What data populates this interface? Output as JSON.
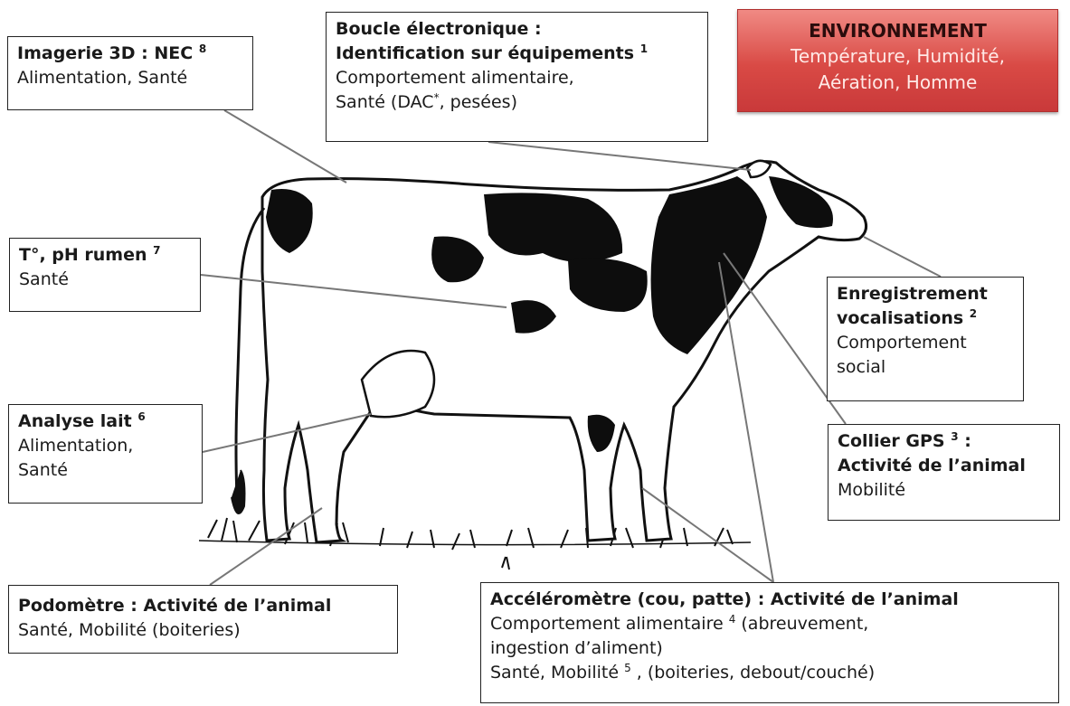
{
  "boxes": {
    "imagerie": {
      "title": "Imagerie 3D : NEC",
      "title_sup": "8",
      "body": "Alimentation, Santé"
    },
    "boucle": {
      "title_line1": "Boucle électronique :",
      "title_line2": "Identification sur équipements",
      "title_sup": "1",
      "body_line1": "Comportement alimentaire,",
      "body_line2_pre": "Santé (DAC",
      "body_line2_sup": "*",
      "body_line2_post": ", pesées)"
    },
    "environnement": {
      "title": "ENVIRONNEMENT",
      "body_line1": "Température, Humidité,",
      "body_line2": "Aération, Homme"
    },
    "rumen": {
      "title": "T°, pH rumen",
      "title_sup": "7",
      "body": "Santé"
    },
    "enregistrement": {
      "title_line1": "Enregistrement",
      "title_line2": "vocalisations",
      "title_sup": "2",
      "body_line1": "Comportement",
      "body_line2": "social"
    },
    "lait": {
      "title": "Analyse lait",
      "title_sup": "6",
      "body_line1": "Alimentation,",
      "body_line2": "Santé"
    },
    "gps": {
      "title_line1": "Collier GPS",
      "title_sup": "3",
      "title_line1_post": " :",
      "title_line2": "Activité de l’animal",
      "body": "Mobilité"
    },
    "podometre": {
      "title": "Podomètre : Activité de l’animal",
      "body": "Santé, Mobilité (boiteries)"
    },
    "accelerometre": {
      "title": "Accéléromètre (cou, patte) : Activité de l’animal",
      "body_line1_pre": "Comportement alimentaire",
      "body_line1_sup": "4",
      "body_line1_post": " (abreuvement,",
      "body_line2": "ingestion d’aliment)",
      "body_line3_pre": "Santé, Mobilité",
      "body_line3_sup": "5",
      "body_line3_post": " , (boiteries, debout/couché)"
    }
  },
  "colors": {
    "environment_box": "#d94a45",
    "outline": "#222222"
  }
}
